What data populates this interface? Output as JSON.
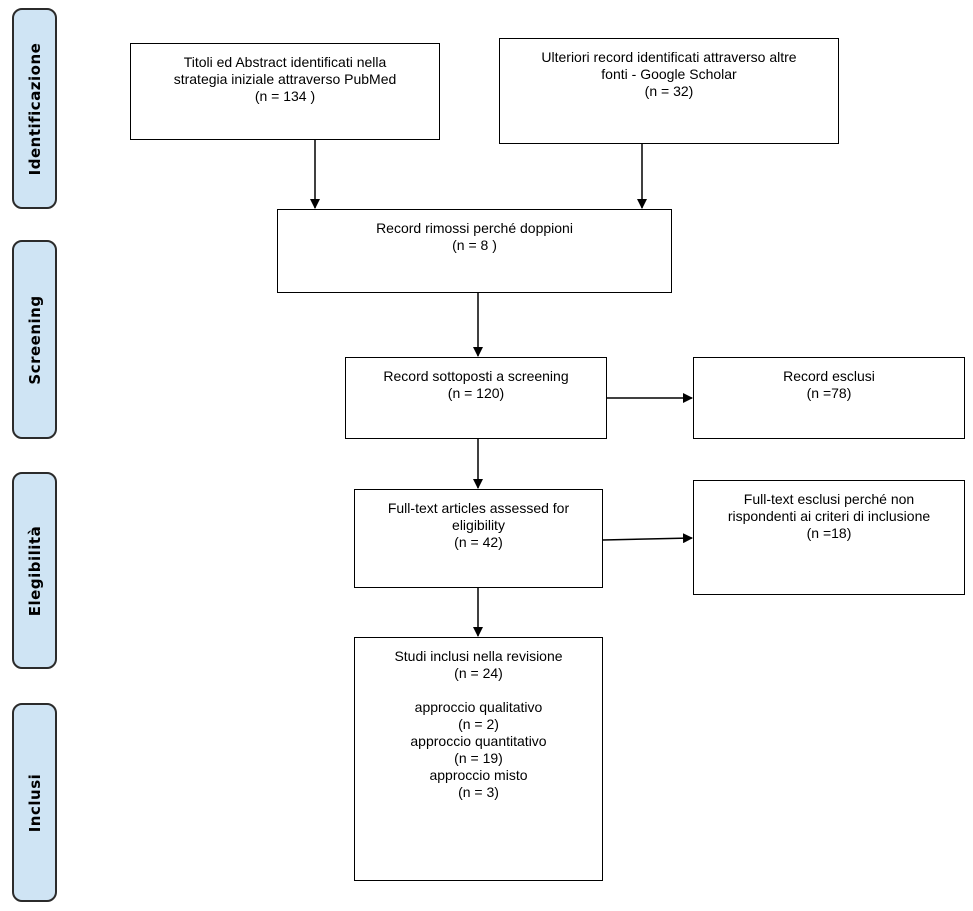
{
  "phases": {
    "identification": "Identificazione",
    "screening": "Screening",
    "eligibility": "Elegibilità",
    "included": "Inclusi"
  },
  "boxes": {
    "pubmed": {
      "line1": "Titoli ed Abstract identificati nella",
      "line2": "strategia iniziale attraverso PubMed",
      "count": "(n = 134 )"
    },
    "other_sources": {
      "line1": "Ulteriori record identificati attraverso altre",
      "line2": "fonti - Google Scholar",
      "count": "(n = 32)"
    },
    "duplicates": {
      "line1": "Record rimossi perché doppioni",
      "count": "(n = 8 )"
    },
    "screened": {
      "line1": "Record sottoposti a screening",
      "count": "(n = 120)"
    },
    "excluded": {
      "line1": "Record esclusi",
      "count": "(n =78)"
    },
    "fulltext": {
      "line1": "Full-text articles assessed for",
      "line2": "eligibility",
      "count": "(n = 42)"
    },
    "fulltext_excluded": {
      "line1": "Full-text esclusi perché non",
      "line2": "rispondenti ai criteri di inclusione",
      "count": "(n =18)"
    },
    "included": {
      "line1": "Studi inclusi nella revisione",
      "count": "(n = 24)",
      "qual_label": "approccio qualitativo",
      "qual_count": "(n = 2)",
      "quant_label": "approccio quantitativo",
      "quant_count": "(n = 19)",
      "mixed_label": "approccio misto",
      "mixed_count": "(n = 3)"
    }
  }
}
